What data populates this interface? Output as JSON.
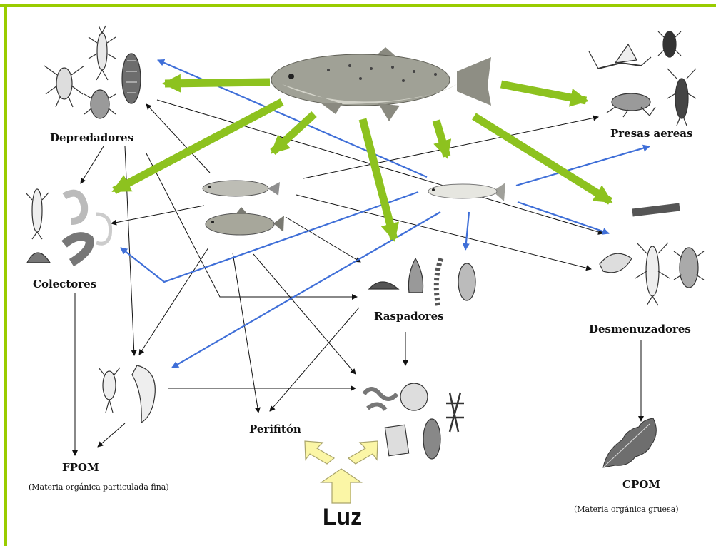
{
  "colors": {
    "frame": "#99cc00",
    "fish_arrow": "#8dc21f",
    "blue_arrow": "#3f6fd8",
    "link": "#111111",
    "light": "#fbf6a6",
    "light_border": "#a9a46a"
  },
  "nodes": {
    "depredadores": "Depredadores",
    "presas_aereas": "Presas aereas",
    "colectores": "Colectores",
    "raspadores": "Raspadores",
    "desmenuzadores": "Desmenuzadores",
    "perifiton": "Perifitón",
    "fpom": "FPOM",
    "fpom_desc": "(Materia  orgánica  particulada  fina)",
    "cpom": "CPOM",
    "cpom_desc": "(Materia  orgánica  gruesa)",
    "luz": "Luz"
  },
  "illustrations": [
    "trout-illustration",
    "minnow-illustration",
    "juvenile-fish-illustration",
    "water-strider-icon",
    "mayfly-nymph-icon",
    "beetle-icon",
    "water-beetle-icon",
    "adult-mayfly-icon",
    "grasshopper-icon",
    "stonefly-icon",
    "larva-icon",
    "clam-icon",
    "snail-icon",
    "limpet-icon",
    "amphipod-icon",
    "isopod-icon",
    "copepod-icon",
    "shrimp-icon",
    "diatom-icon",
    "filament-alga-icon",
    "oak-leaf-icon"
  ]
}
